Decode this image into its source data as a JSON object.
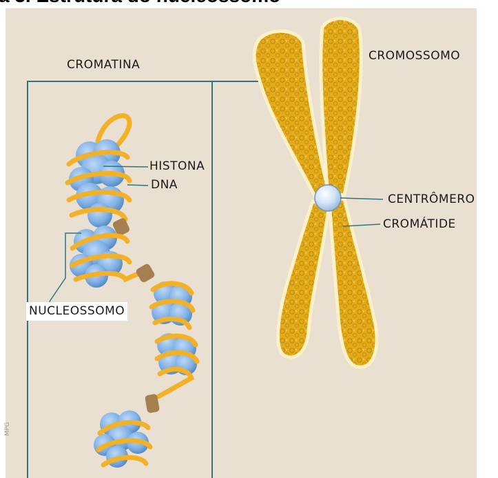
{
  "title": "a 3. Estrutura do nucleossomo",
  "labels": {
    "cromatina": "CROMATINA",
    "cromossomo": "CROMOSSOMO",
    "histona": "HISTONA",
    "dna": "DNA",
    "centromero": "CENTRÔMERO",
    "cromatide": "CROMÁTIDE",
    "nucleossomo": "NUCLEOSSOMO"
  },
  "credit": "MPG",
  "colors": {
    "background": "#e9e0d2",
    "frame": "#2d7680",
    "chromatin_gold": "#e3ab18",
    "dna_strand": "#f3b127",
    "histone_blue": "#7fb0e4",
    "linker": "#a57f50"
  }
}
